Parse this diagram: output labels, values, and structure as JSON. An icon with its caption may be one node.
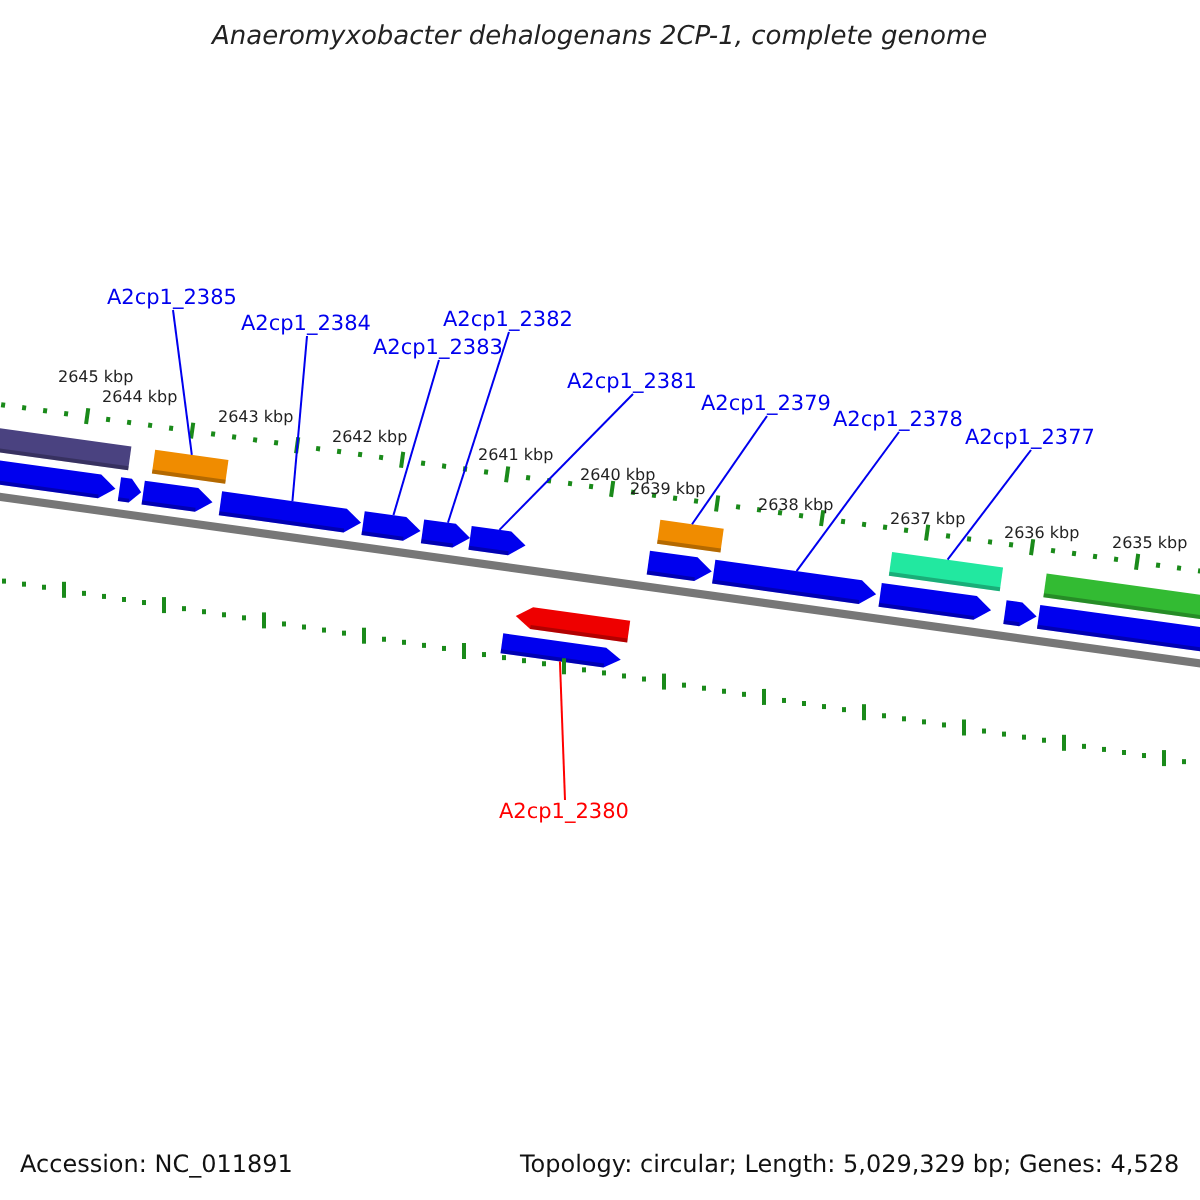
{
  "diagram": {
    "title": "Anaeromyxobacter dehalogenans 2CP-1, complete genome",
    "nodes": [
      {
        "text": [
          "A2cp1_2385"
        ]
      },
      {
        "text": [
          "A2cp1_2384"
        ]
      },
      {
        "text": [
          "A2cp1_2383"
        ]
      },
      {
        "text": [
          "A2cp1_2382"
        ]
      },
      {
        "text": [
          "A2cp1_2381"
        ]
      },
      {
        "text": [
          "A2cp1_2379"
        ]
      },
      {
        "text": [
          "A2cp1_2378"
        ]
      },
      {
        "text": [
          "A2cp1_2377"
        ]
      },
      {
        "text": [
          "A2cp1_2380"
        ]
      },
      {
        "text": [],
        "shape": "bar"
      },
      {
        "text": [],
        "shape": "bar"
      },
      {
        "text": [],
        "shape": "bar"
      },
      {
        "text": [],
        "shape": "bar"
      },
      {
        "text": [],
        "shape": "bar"
      },
      {
        "text": [],
        "shape": "arrow"
      },
      {
        "text": [],
        "shape": "arrow"
      },
      {
        "text": [],
        "shape": "arrow"
      },
      {
        "text": [],
        "shape": "arrow"
      },
      {
        "text": [],
        "shape": "arrow"
      },
      {
        "text": [],
        "shape": "arrow"
      },
      {
        "text": [],
        "shape": "arrow"
      },
      {
        "text": [],
        "shape": "arrow"
      },
      {
        "text": [],
        "shape": "arrow"
      },
      {
        "text": [],
        "shape": "arrow"
      },
      {
        "text": [],
        "shape": "arrow"
      },
      {
        "text": [],
        "shape": "arrow"
      },
      {
        "text": [],
        "shape": "arrow"
      },
      {
        "text": [],
        "shape": "arrow"
      }
    ],
    "edges": [
      {
        "from": 0,
        "to": 10,
        "arrow": "none"
      },
      {
        "from": 1,
        "to": 17,
        "arrow": "none"
      },
      {
        "from": 2,
        "to": 18,
        "arrow": "none"
      },
      {
        "from": 3,
        "to": 19,
        "arrow": "none"
      },
      {
        "from": 4,
        "to": 20,
        "arrow": "none"
      },
      {
        "from": 5,
        "to": 11,
        "arrow": "none"
      },
      {
        "from": 6,
        "to": 22,
        "arrow": "none"
      },
      {
        "from": 7,
        "to": 12,
        "arrow": "none"
      },
      {
        "from": 8,
        "to": 27,
        "arrow": "none",
        "color": "#ff0000"
      }
    ],
    "labels": [
      "2645 kbp",
      "2644 kbp",
      "2643 kbp",
      "2642 kbp",
      "2641 kbp",
      "2640 kbp",
      "2639 kbp",
      "2638 kbp",
      "2637 kbp",
      "2636 kbp",
      "2635 kbp",
      "Accession: NC_011891",
      "Topology: circular; Length: 5,029,329 bp; Genes: 4,528"
    ]
  }
}
